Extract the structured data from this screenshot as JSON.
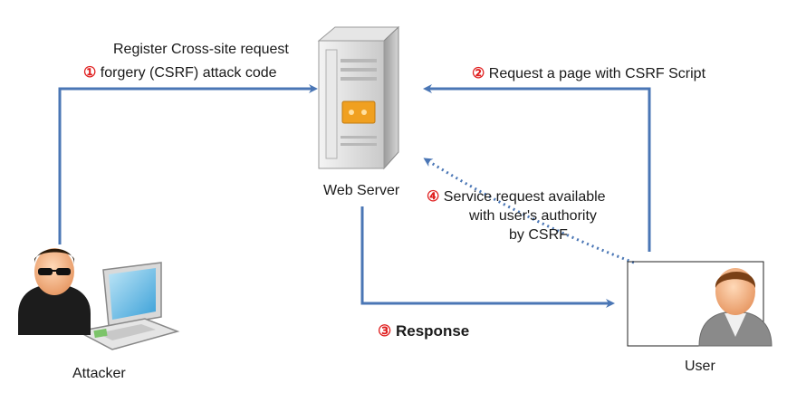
{
  "colors": {
    "arrow": "#4a76b5",
    "number": "#e02020",
    "text": "#1a1a1a"
  },
  "nodes": {
    "server": {
      "label": "Web Server",
      "icon": "server-icon"
    },
    "attacker": {
      "label": "Attacker",
      "icon": "hacker-laptop-icon"
    },
    "user": {
      "label": "User",
      "icon": "user-icon"
    }
  },
  "steps": {
    "s1": {
      "num": "①",
      "line1": "Register Cross-site request",
      "line2": "forgery (CSRF) attack code"
    },
    "s2": {
      "num": "②",
      "text": "Request a page with CSRF Script"
    },
    "s3": {
      "num": "③",
      "text": "Response"
    },
    "s4": {
      "num": "④",
      "line1": "Service request available",
      "line2": "with user's authority",
      "line3": "by CSRF"
    }
  }
}
